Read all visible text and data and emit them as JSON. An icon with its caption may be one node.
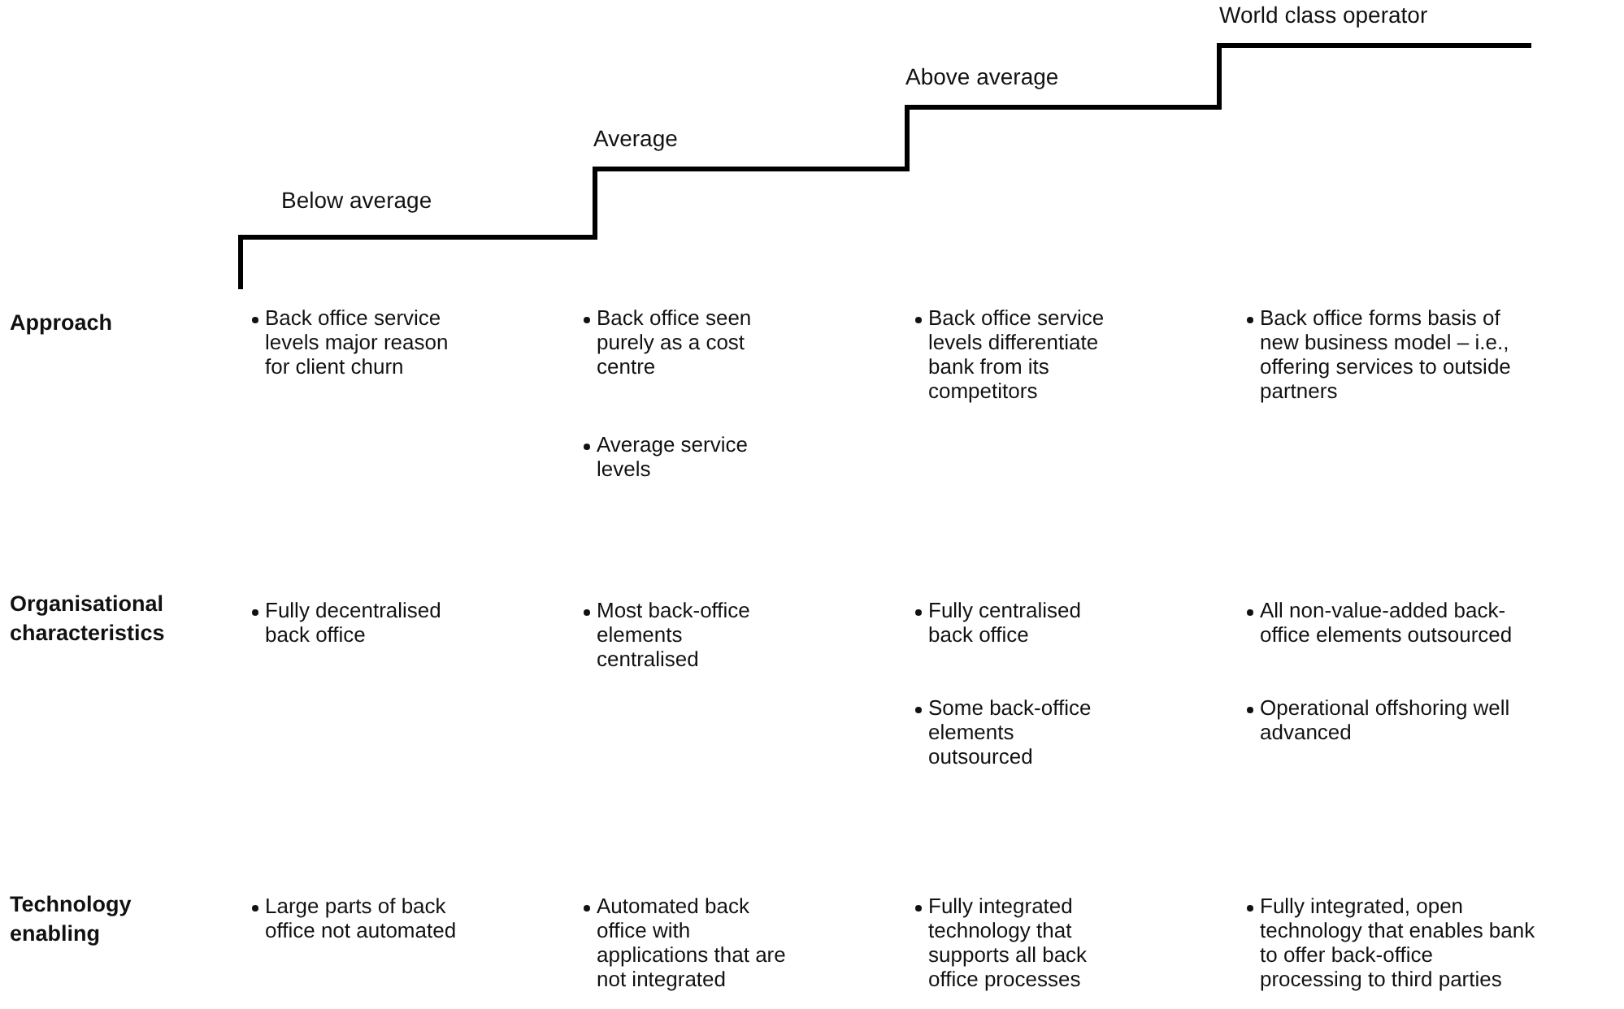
{
  "diagram": {
    "labels": [
      "Below average",
      "Average",
      "Above average",
      "World class operator",
      "Approach",
      "Back office service levels major reason for client churn",
      "Back office seen purely as a cost centre",
      "Average service levels",
      "Back office service levels differentiate bank from its competitors",
      "Back office forms basis of new business model – i.e., offering services to outside partners",
      "Organisational characteristics",
      "Fully decentralised back office",
      "Most back-office elements centralised",
      "Fully centralised back office",
      "Some back-office elements outsourced",
      "All non-value-added back-office elements outsourced",
      "Operational offshoring well advanced",
      "Technology enabling",
      "Large parts of back office not automated",
      "Automated back office with applications that are not integrated",
      "Fully integrated technology that supports all back office processes",
      "Fully integrated, open technology that enables bank to offer back-office processing to third parties"
    ]
  }
}
